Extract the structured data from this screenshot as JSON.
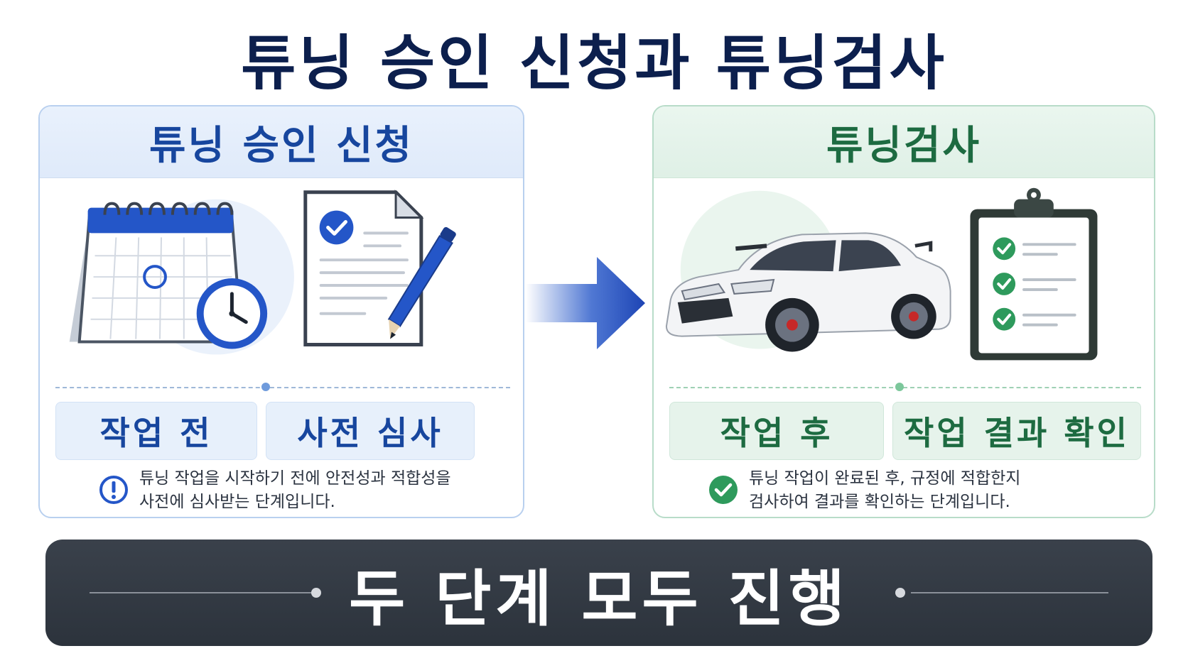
{
  "title": "튜닝 승인 신청과 튜닝검사",
  "left_panel": {
    "header": "튜닝 승인 신청",
    "chip_1": "작업 전",
    "chip_2": "사전 심사",
    "note_line_1": "튜닝 작업을 시작하기 전에 안전성과 적합성을",
    "note_line_2": "사전에 심사받는 단계입니다.",
    "accent": "#17469e"
  },
  "right_panel": {
    "header": "튜닝검사",
    "chip_1": "작업 후",
    "chip_2": "작업 결과 확인",
    "note_line_1": "튜닝 작업이 완료된 후, 규정에 적합한지",
    "note_line_2": "검사하여 결과를 확인하는 단계입니다.",
    "accent": "#1d6b41"
  },
  "bottom_banner": {
    "text": "두 단계 모두 진행",
    "background": "#30373f"
  },
  "icons": [
    "calendar-icon",
    "clock-icon",
    "document-check-icon",
    "pen-icon",
    "arrow-right-icon",
    "car-icon",
    "clipboard-checklist-icon",
    "exclamation-icon",
    "check-circle-icon"
  ]
}
